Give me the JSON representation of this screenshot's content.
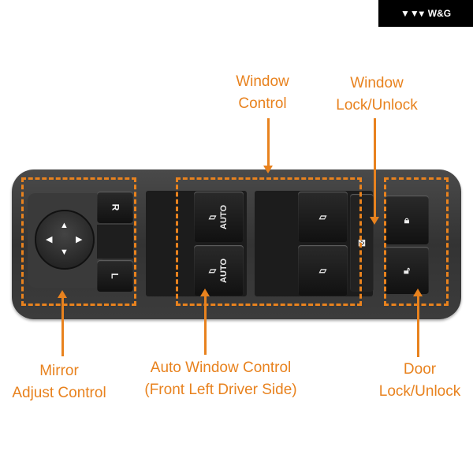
{
  "logo": {
    "text": "W&G",
    "icon": "wg-chevrons-icon"
  },
  "labels": {
    "window_control": "Window\nControl",
    "window_lock": "Window\nLock/Unlock",
    "mirror": "Mirror\nAdjust Control",
    "auto_window": "Auto Window Control\n(Front Left Driver Side)",
    "door_lock": "Door\nLock/Unlock"
  },
  "switch": {
    "mirror_right": "R",
    "mirror_left": "L",
    "auto": "AUTO",
    "arrows": [
      "▲",
      "◀",
      "▶",
      "▼"
    ],
    "accent_color": "#e8821e"
  }
}
